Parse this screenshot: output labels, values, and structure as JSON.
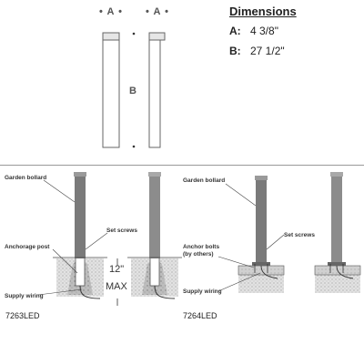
{
  "dimensions": {
    "heading": "Dimensions",
    "a_key": "A:",
    "a_value": "4 3/8\"",
    "b_key": "B:",
    "b_value": "27 1/2\""
  },
  "elevation": {
    "width_marker": "A",
    "height_marker": "B"
  },
  "install_7263": {
    "model": "7263LED",
    "garden_bollard": "Garden bollard",
    "set_screws": "Set screws",
    "anchorage_post": "Anchorage post",
    "supply_wiring": "Supply wiring",
    "depth_value": "12\"",
    "depth_max": "MAX"
  },
  "install_7264": {
    "model": "7264LED",
    "garden_bollard": "Garden bollard",
    "set_screws": "Set screws",
    "anchor_bolts": "Anchor bolts",
    "anchor_bolts_note": "(by others)",
    "supply_wiring": "Supply wiring"
  },
  "colors": {
    "pole": "#8a8a8a",
    "pole_dark": "#6d6d6d",
    "soil": "#d8d8d8",
    "concrete": "#b4b4b4",
    "line": "#444444"
  }
}
